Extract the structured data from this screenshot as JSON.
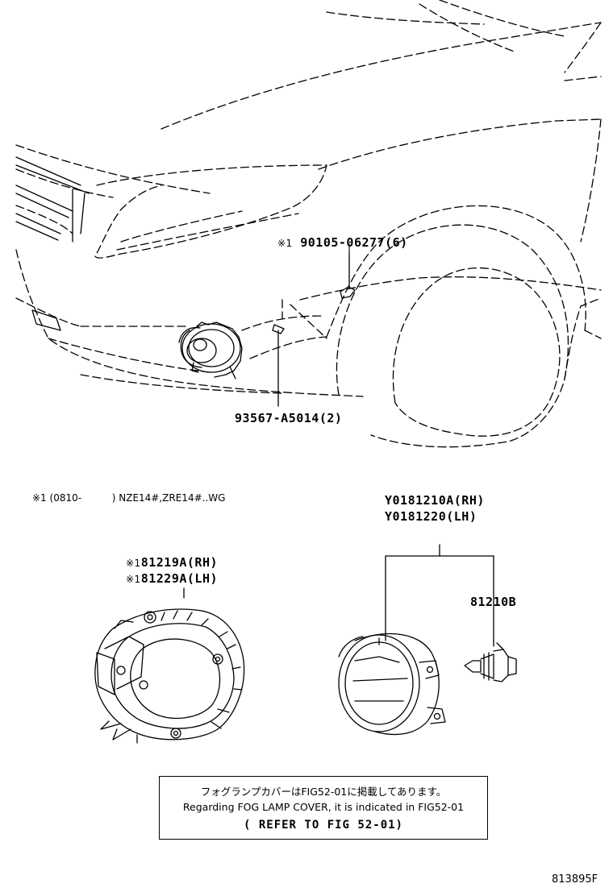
{
  "callouts": {
    "bolt": {
      "prefix": "※1",
      "part_number": "90105-06277",
      "qty": "(6)"
    },
    "clip": {
      "part_number": "93567-A5014",
      "qty": "(2)"
    },
    "lamp_rh": {
      "prefix": "Y01",
      "part_number": "81210A",
      "side": "(RH)"
    },
    "lamp_lh": {
      "prefix": "Y01",
      "part_number": "81220",
      "side": "(LH)"
    },
    "bulb": {
      "part_number": "81210B"
    },
    "bracket_rh": {
      "prefix": "※1",
      "part_number": "81219A",
      "side": "(RH)"
    },
    "bracket_lh": {
      "prefix": "※1",
      "part_number": "81229A",
      "side": "(LH)"
    }
  },
  "footnote": {
    "marker": "※1",
    "range": "(0810-",
    "models": ") NZE14#,ZRE14#..WG"
  },
  "note": {
    "line_jp": "フォグランプカバーはFIG52-01に掲載してあります。",
    "line_en": "Regarding FOG LAMP COVER, it is indicated in FIG52-01",
    "line_ref": "(  REFER TO FIG 52-01)"
  },
  "figure_code": "813895F"
}
